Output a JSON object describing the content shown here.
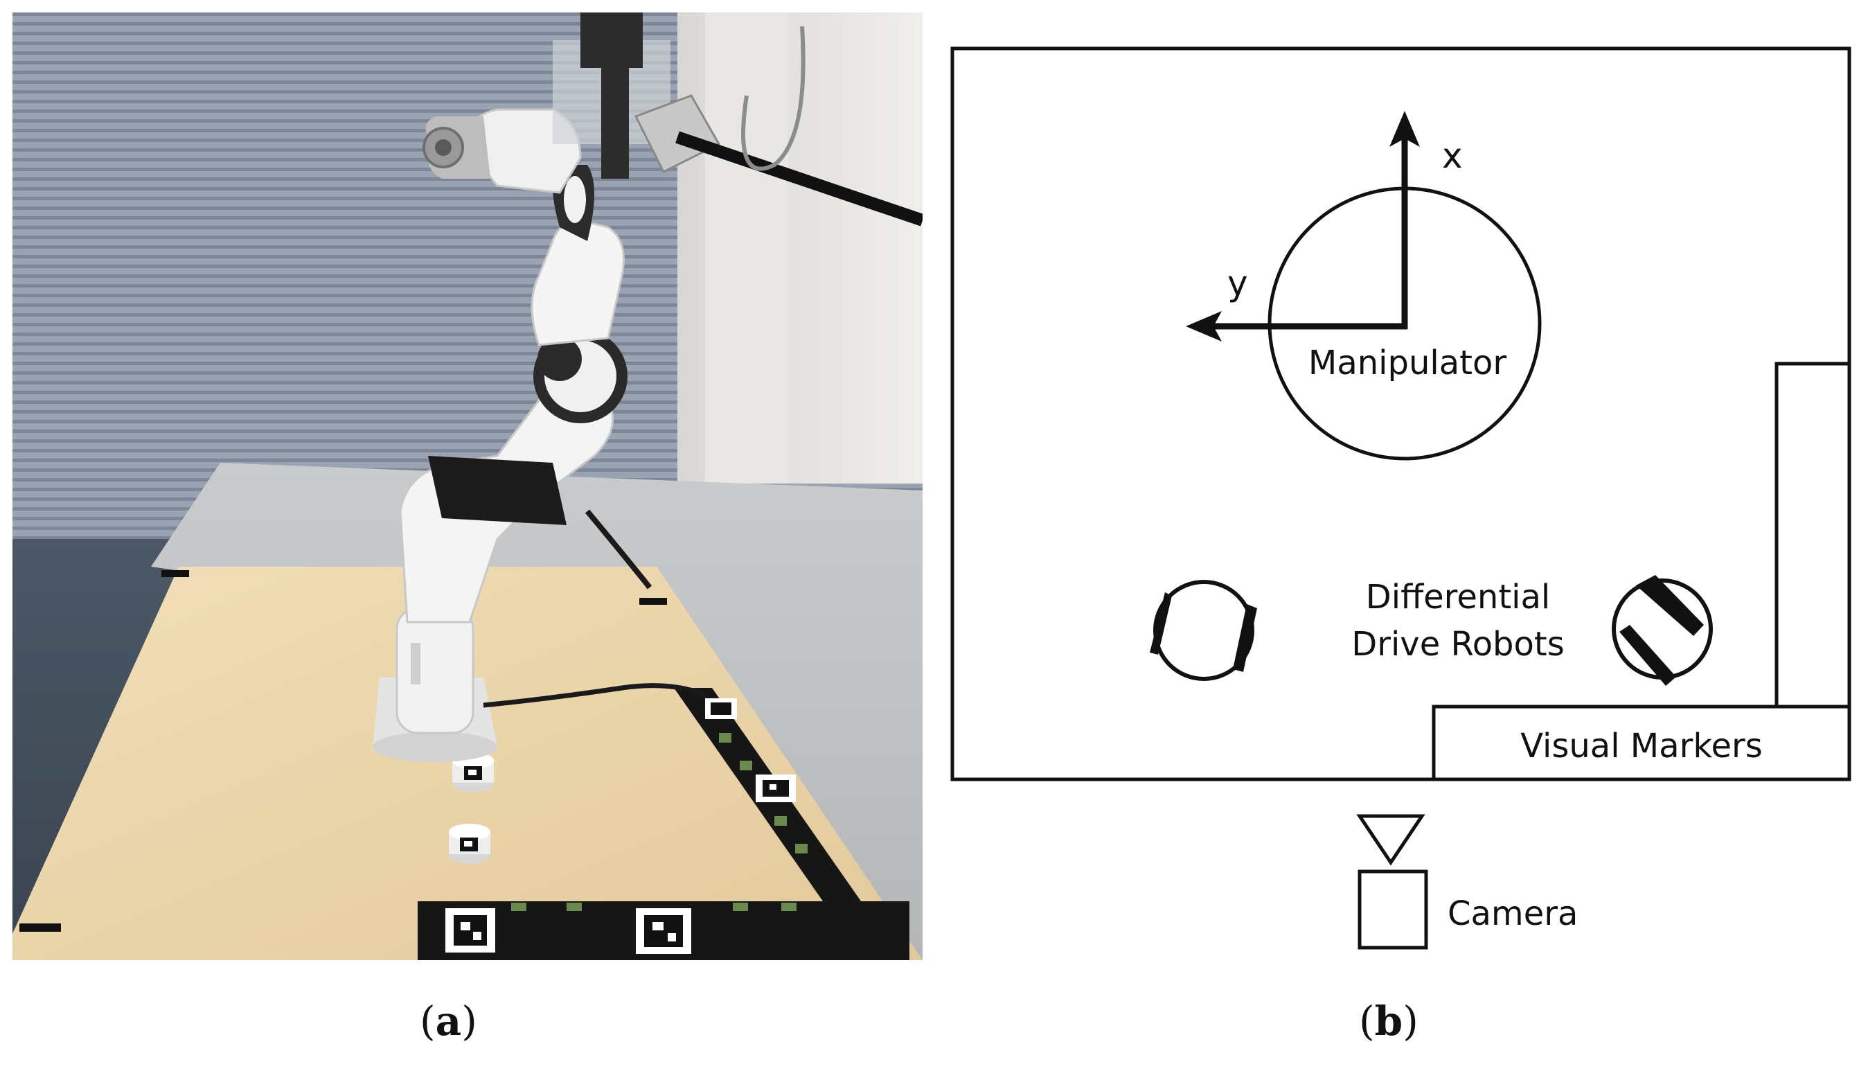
{
  "captions": {
    "a": {
      "open": "(",
      "letter": "a",
      "close": ")"
    },
    "b": {
      "open": "(",
      "letter": "b",
      "close": ")"
    }
  },
  "diagram": {
    "axis_x": "x",
    "axis_y": "y",
    "manipulator": "Manipulator",
    "robots_line1": "Differential",
    "robots_line2": "Drive Robots",
    "markers": "Visual Markers",
    "camera": "Camera"
  },
  "photo": {
    "subject": "robot-arm-on-table-with-two-small-robots-and-aruco-markers"
  },
  "colors": {
    "ink": "#111111",
    "table_wood": "#ecd8ae",
    "marker_strip": "#161616",
    "blinds": "#8d96a6",
    "robot_white": "#eeeeee"
  }
}
